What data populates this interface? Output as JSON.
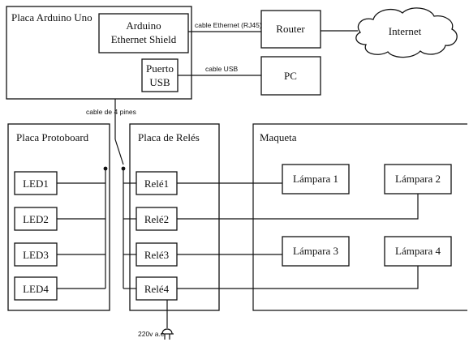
{
  "arduino": {
    "board_label": "Placa Arduino Uno",
    "shield_line1": "Arduino",
    "shield_line2": "Ethernet Shield",
    "usb_line1": "Puerto",
    "usb_line2": "USB"
  },
  "network": {
    "router": "Router",
    "internet": "Internet",
    "pc": "PC",
    "ethernet_cable": "cable Ethernet (RJ45)",
    "usb_cable": "cable USB"
  },
  "connector": {
    "four_pin_cable": "cable de 4 pines",
    "power": "220v a.c."
  },
  "protoboard": {
    "label": "Placa Protoboard",
    "leds": [
      "LED1",
      "LED2",
      "LED3",
      "LED4"
    ]
  },
  "relay_board": {
    "label": "Placa de Relés",
    "relays": [
      "Relé1",
      "Relé2",
      "Relé3",
      "Relé4"
    ]
  },
  "model": {
    "label": "Maqueta",
    "lamps": [
      "Lámpara 1",
      "Lámpara 2",
      "Lámpara 3",
      "Lámpara 4"
    ]
  }
}
